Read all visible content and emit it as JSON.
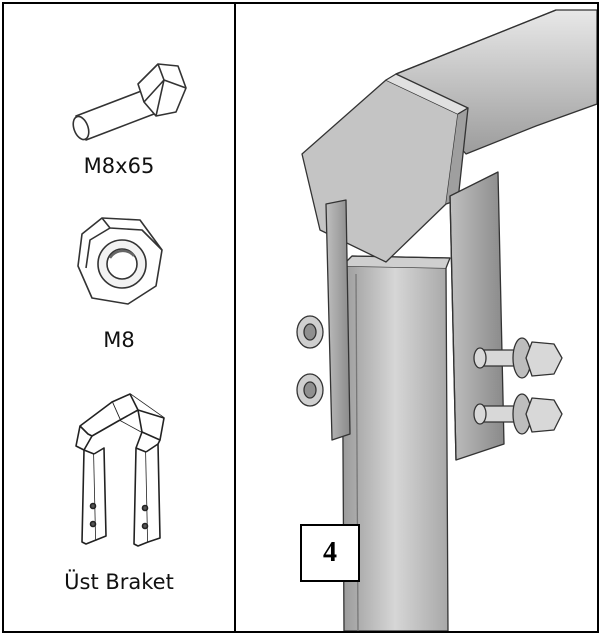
{
  "parts": {
    "bolt": {
      "label": "M8x65",
      "icon": "bolt-icon"
    },
    "nut": {
      "label": "M8",
      "icon": "hex-nut-icon"
    },
    "bracket": {
      "label": "Üst Braket",
      "icon": "upper-bracket-icon"
    }
  },
  "step": {
    "number": "4"
  },
  "colors": {
    "border": "#000000",
    "metal_light": "#d9d9d9",
    "metal_dark": "#8f8f8f",
    "line": "#333333"
  }
}
